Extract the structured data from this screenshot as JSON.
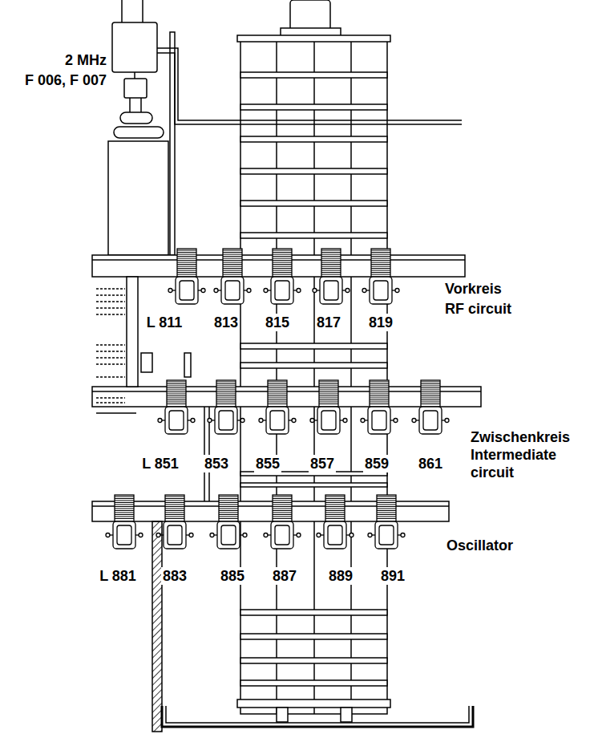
{
  "diagram": {
    "labels": [
      "2 MHz",
      "F 006, F 007",
      "L 811",
      "813",
      "815",
      "817",
      "819",
      "Vorkreis",
      "RF circuit",
      "L 851",
      "853",
      "855",
      "857",
      "859",
      "861",
      "Zwischenkreis",
      "Intermediate circuit",
      "Oscillator",
      "L 881",
      "883",
      "885",
      "887",
      "889",
      "891"
    ]
  }
}
